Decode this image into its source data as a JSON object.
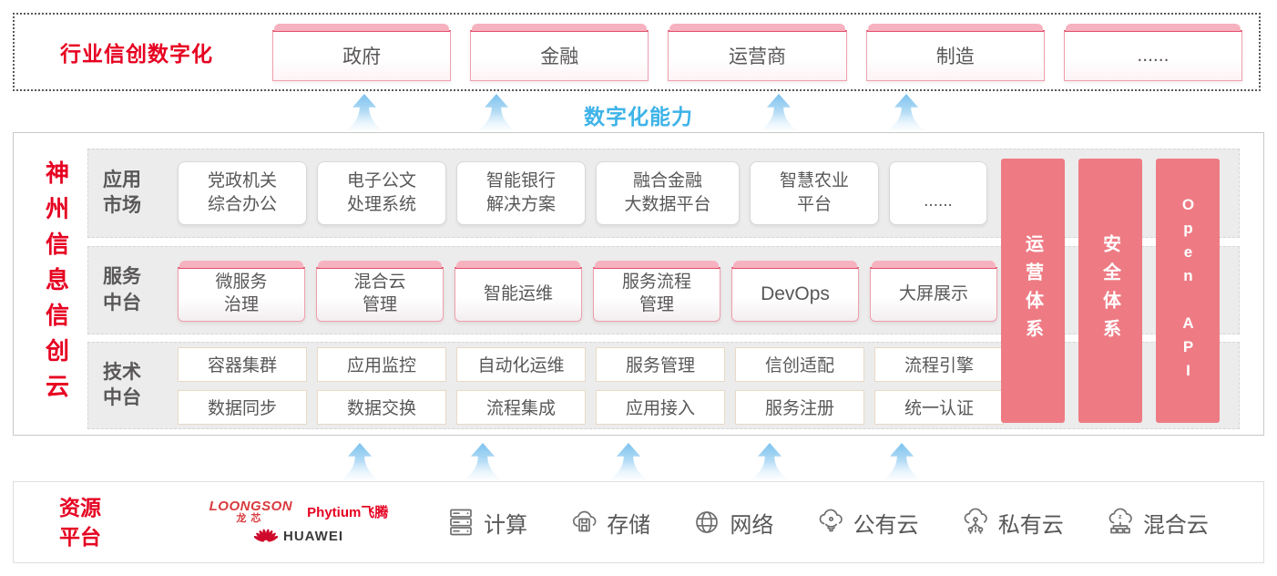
{
  "colors": {
    "accent_red": "#e60021",
    "bar_salmon": "#ee7b84",
    "capability_blue": "#3eb3e8",
    "text_gray": "#595757"
  },
  "top_banner": {
    "label": "行业信创数字化",
    "items": [
      "政府",
      "金融",
      "运营商",
      "制造",
      "......"
    ]
  },
  "capability": {
    "label": "数字化能力"
  },
  "platform": {
    "vertical_title": "神州信息信创云",
    "app_row": {
      "label": "应用\n市场",
      "items": [
        "党政机关\n综合办公",
        "电子公文\n处理系统",
        "智能银行\n解决方案",
        "融合金融\n大数据平台",
        "智慧农业\n平台",
        "......"
      ]
    },
    "service_row": {
      "label": "服务\n中台",
      "items": [
        "微服务\n治理",
        "混合云\n管理",
        "智能运维",
        "服务流程\n管理",
        "DevOps",
        "大屏展示"
      ]
    },
    "tech_row": {
      "label": "技术\n中台",
      "items_top": [
        "容器集群",
        "应用监控",
        "自动化运维",
        "服务管理",
        "信创适配",
        "流程引擎"
      ],
      "items_bottom": [
        "数据同步",
        "数据交换",
        "流程集成",
        "应用接入",
        "服务注册",
        "统一认证"
      ]
    },
    "side_bars": [
      "运营体系",
      "安全体系",
      "Open API"
    ]
  },
  "resources": {
    "label": "资源\n平台",
    "vendors": {
      "loongson_en": "LOONGSON",
      "loongson_cn": "龙芯",
      "phytium": "Phytium飞腾",
      "huawei": "HUAWEI"
    },
    "items": [
      {
        "icon": "compute-server-icon",
        "label": "计算"
      },
      {
        "icon": "storage-cloud-icon",
        "label": "存储"
      },
      {
        "icon": "network-globe-icon",
        "label": "网络"
      },
      {
        "icon": "public-cloud-icon",
        "label": "公有云"
      },
      {
        "icon": "private-cloud-icon",
        "label": "私有云"
      },
      {
        "icon": "hybrid-cloud-icon",
        "label": "混合云"
      }
    ]
  }
}
